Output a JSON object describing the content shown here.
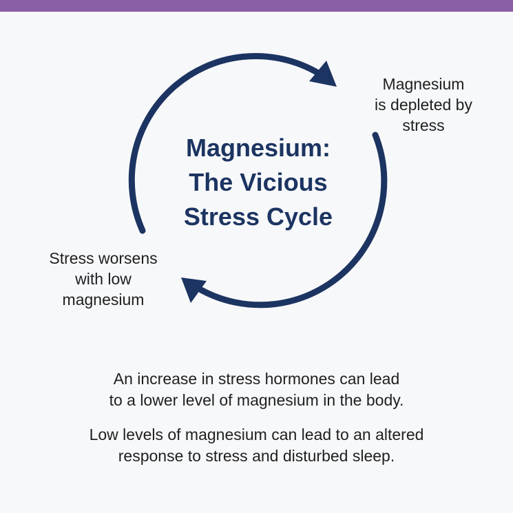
{
  "colors": {
    "top_bar": "#8a5fa6",
    "navy": "#1c3461",
    "background": "#f7f8fa"
  },
  "title": [
    "Magnesium:",
    "The Vicious",
    "Stress Cycle"
  ],
  "labels": {
    "right": [
      "Magnesium",
      "is depleted by",
      "stress"
    ],
    "left": [
      "Stress worsens",
      "with low",
      "magnesium"
    ]
  },
  "paragraphs": [
    [
      "An increase in stress hormones can lead",
      "to a lower level of magnesium in the body."
    ],
    [
      "Low levels of magnesium can lead to an altered",
      "response to stress and disturbed sleep."
    ]
  ]
}
